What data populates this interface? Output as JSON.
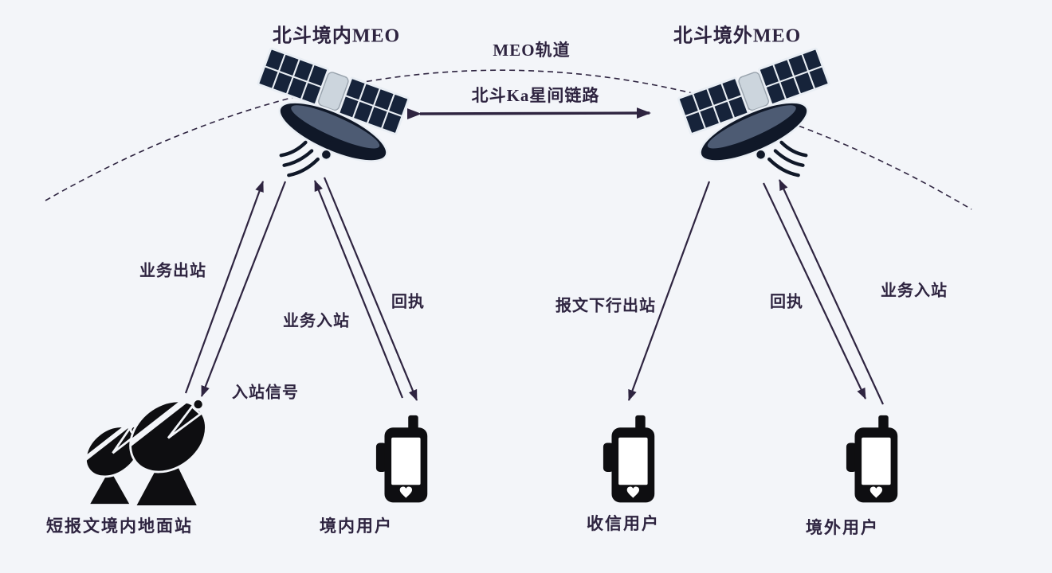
{
  "theme": {
    "background": "#f3f5f9",
    "ink": "#2e2440",
    "device_black": "#0e0e11",
    "panel_navy": "#16233a",
    "panel_grid": "#e9eef4",
    "dish_fill": "#101828",
    "dish_sheen": "#4d5b73",
    "sat_body": "#ccd5dd",
    "outline_light": "#e9eef4"
  },
  "diagram": {
    "satellites": {
      "left": {
        "label": "北斗境内MEO"
      },
      "right": {
        "label": "北斗境外MEO"
      }
    },
    "orbit": {
      "label": "MEO轨道"
    },
    "intersat_link": {
      "label": "北斗Ka星间链路"
    },
    "links": {
      "outbound_service": "业务出站",
      "inbound_signal": "入站信号",
      "inbound_service_domestic": "业务入站",
      "receipt_domestic": "回执",
      "message_downlink_outbound": "报文下行出站",
      "receipt_overseas": "回执",
      "inbound_service_overseas": "业务入站"
    },
    "nodes": {
      "ground_station": {
        "label": "短报文境内地面站"
      },
      "domestic_user": {
        "label": "境内用户"
      },
      "receiving_user": {
        "label": "收信用户"
      },
      "overseas_user": {
        "label": "境外用户"
      }
    }
  }
}
